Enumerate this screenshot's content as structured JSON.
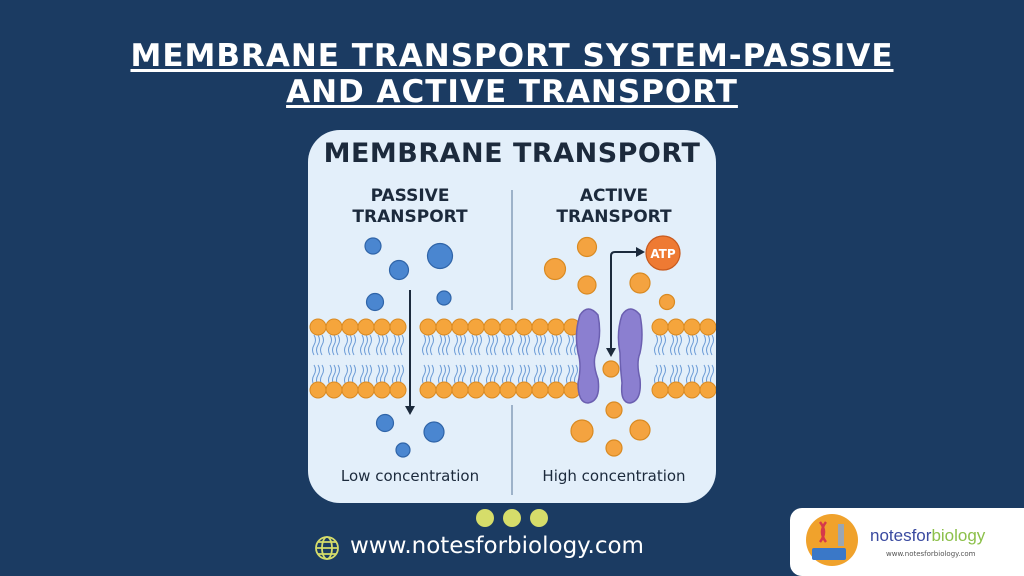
{
  "header": {
    "title_line1": "MEMBRANE TRANSPORT SYSTEM-PASSIVE",
    "title_line2": "AND ACTIVE TRANSPORT"
  },
  "diagram": {
    "title": "MEMBRANE TRANSPORT",
    "left": {
      "heading_line1": "PASSIVE",
      "heading_line2": "TRANSPORT",
      "caption": "Low concentration"
    },
    "right": {
      "heading_line1": "ACTIVE",
      "heading_line2": "TRANSPORT",
      "caption": "High concentration",
      "atp_label": "ATP"
    },
    "colors": {
      "background": "#1b3b62",
      "card": "#e3effa",
      "passive_molecule": "#4a86d0",
      "active_molecule": "#f4a340",
      "atp": "#ee7a33",
      "protein": "#8b7fd0",
      "lipid_head": "#f5a53c",
      "lipid_tail": "#6a9ad6"
    }
  },
  "footer": {
    "url": "www.notesforbiology.com",
    "icon": "globe-icon"
  },
  "logo": {
    "brand_part1": "notesfor",
    "brand_part2": "biology",
    "url": "www.notesforbiology.com"
  }
}
